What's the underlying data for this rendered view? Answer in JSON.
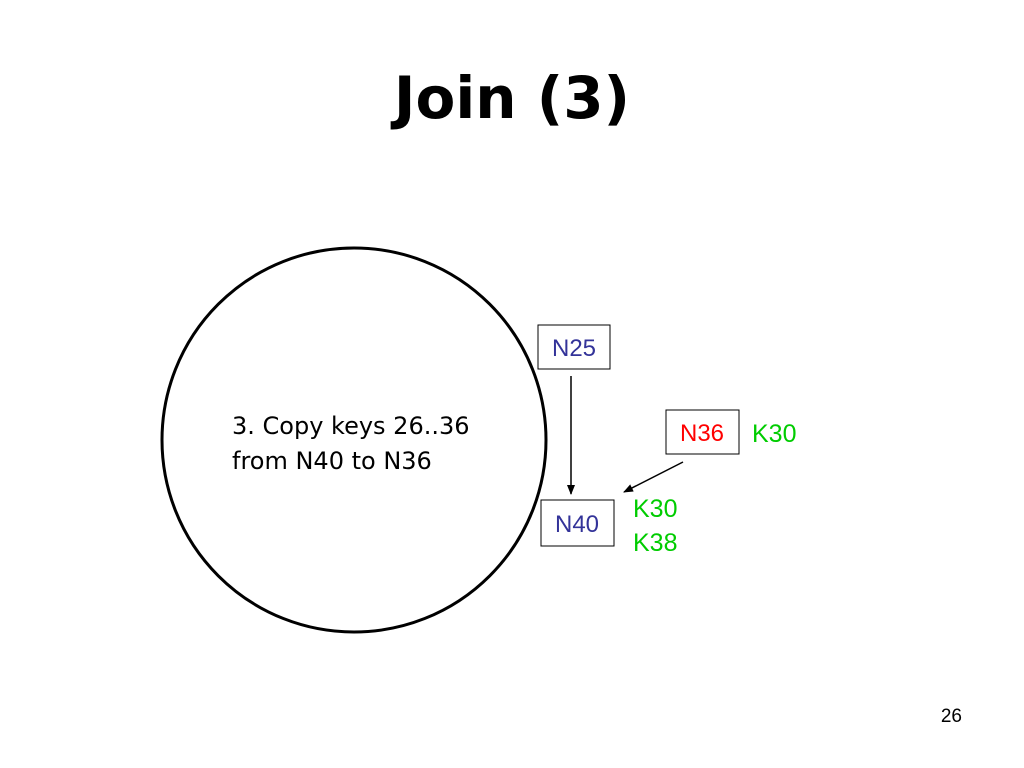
{
  "slide": {
    "title": "Join (3)",
    "page_number": "26"
  },
  "ring": {
    "note_line_1": "3. Copy keys 26..36",
    "note_line_2": "from N40 to N36"
  },
  "nodes": {
    "n25": {
      "label": "N25",
      "color": "#333399"
    },
    "n36": {
      "label": "N36",
      "color": "#ff0000"
    },
    "n40": {
      "label": "N40",
      "color": "#333399"
    }
  },
  "keys": {
    "n36_keys": [
      "K30"
    ],
    "n40_keys": [
      "K30",
      "K38"
    ],
    "color": "#00cc00"
  }
}
